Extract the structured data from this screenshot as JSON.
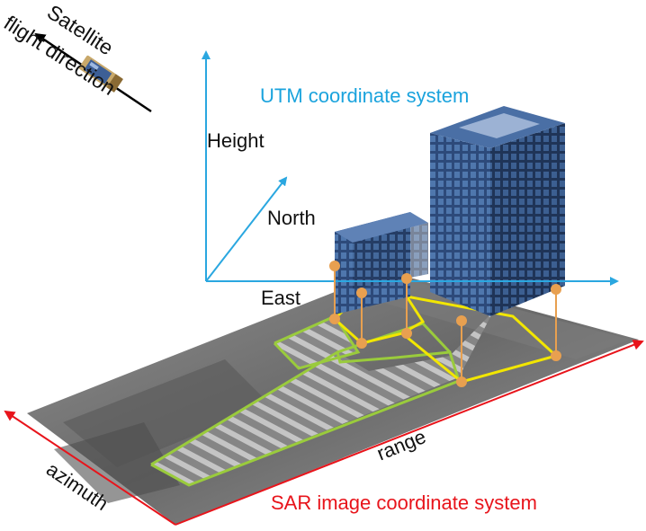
{
  "labels": {
    "satellite": "Satellite",
    "flight_direction": "flight direction",
    "utm_title": "UTM coordinate system",
    "height": "Height",
    "north": "North",
    "east": "East",
    "range": "range",
    "azimuth": "azimuth",
    "sar_title": "SAR image coordinate system"
  },
  "colors": {
    "utm_axis": "#2aa7e0",
    "sar_axis": "#e8141b",
    "sar_title": "#e8141b",
    "utm_title": "#1aa3dd",
    "building_outline": "#f2e600",
    "layover_outline": "#9acb3c",
    "projection_lines": "#e8a050"
  }
}
